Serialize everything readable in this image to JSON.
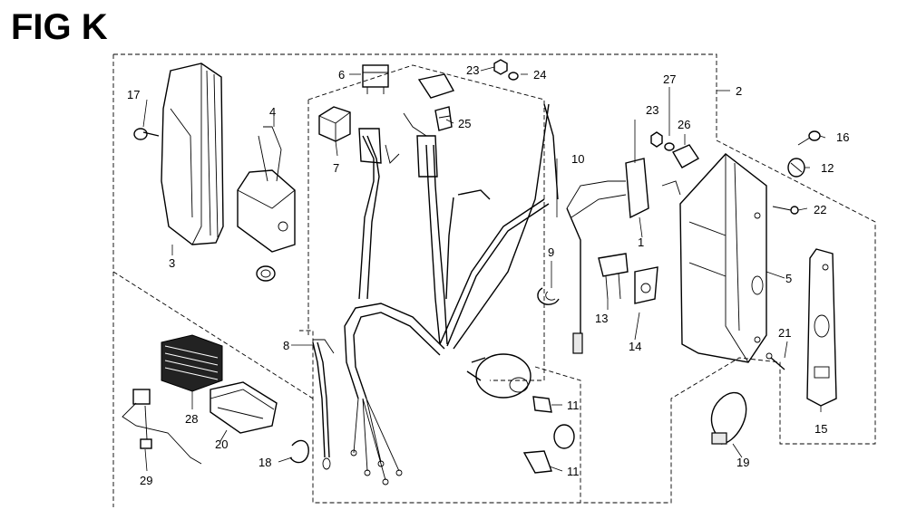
{
  "figure": {
    "title": "FIG K"
  },
  "callouts": [
    {
      "id": "c1",
      "text": "1"
    },
    {
      "id": "c2",
      "text": "2"
    },
    {
      "id": "c3",
      "text": "3"
    },
    {
      "id": "c4",
      "text": "4"
    },
    {
      "id": "c5",
      "text": "5"
    },
    {
      "id": "c6",
      "text": "6"
    },
    {
      "id": "c7",
      "text": "7"
    },
    {
      "id": "c8",
      "text": "8"
    },
    {
      "id": "c9",
      "text": "9"
    },
    {
      "id": "c10",
      "text": "10"
    },
    {
      "id": "c11a",
      "text": "11"
    },
    {
      "id": "c11b",
      "text": "11"
    },
    {
      "id": "c12",
      "text": "12"
    },
    {
      "id": "c13",
      "text": "13"
    },
    {
      "id": "c14",
      "text": "14"
    },
    {
      "id": "c15",
      "text": "15"
    },
    {
      "id": "c16",
      "text": "16"
    },
    {
      "id": "c17",
      "text": "17"
    },
    {
      "id": "c18",
      "text": "18"
    },
    {
      "id": "c19",
      "text": "19"
    },
    {
      "id": "c20",
      "text": "20"
    },
    {
      "id": "c21",
      "text": "21"
    },
    {
      "id": "c22",
      "text": "22"
    },
    {
      "id": "c23a",
      "text": "23"
    },
    {
      "id": "c23b",
      "text": "23"
    },
    {
      "id": "c24",
      "text": "24"
    },
    {
      "id": "c25",
      "text": "25"
    },
    {
      "id": "c26",
      "text": "26"
    },
    {
      "id": "c27",
      "text": "27"
    },
    {
      "id": "c28",
      "text": "28"
    },
    {
      "id": "c29",
      "text": "29"
    }
  ]
}
